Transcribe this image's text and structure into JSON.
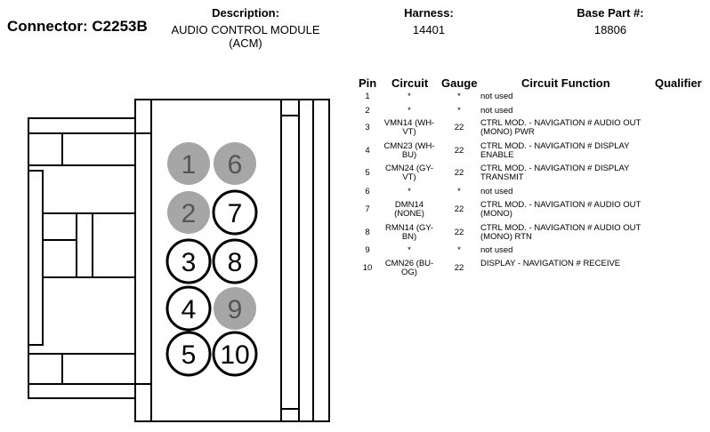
{
  "connector": {
    "label": "Connector:",
    "id": "C2253B"
  },
  "description": {
    "label": "Description:",
    "line1": "AUDIO CONTROL MODULE",
    "line2": "(ACM)"
  },
  "harness": {
    "label": "Harness:",
    "value": "14401"
  },
  "base_part": {
    "label": "Base Part #:",
    "value": "18806"
  },
  "table": {
    "headers": {
      "pin": "Pin",
      "circuit": "Circuit",
      "gauge": "Gauge",
      "function": "Circuit Function",
      "qualifier": "Qualifier"
    },
    "rows": [
      {
        "pin": "1",
        "circuit_1": "*",
        "circuit_2": "",
        "gauge": "*",
        "func_1": "not used",
        "func_2": ""
      },
      {
        "pin": "2",
        "circuit_1": "*",
        "circuit_2": "",
        "gauge": "*",
        "func_1": "not used",
        "func_2": ""
      },
      {
        "pin": "3",
        "circuit_1": "VMN14 (WH-",
        "circuit_2": "VT)",
        "gauge": "22",
        "func_1": "CTRL MOD. - NAVIGATION # AUDIO OUT",
        "func_2": "(MONO) PWR"
      },
      {
        "pin": "4",
        "circuit_1": "CMN23 (WH-",
        "circuit_2": "BU)",
        "gauge": "22",
        "func_1": "CTRL MOD. - NAVIGATION # DISPLAY",
        "func_2": "ENABLE"
      },
      {
        "pin": "5",
        "circuit_1": "CMN24 (GY-",
        "circuit_2": "VT)",
        "gauge": "22",
        "func_1": "CTRL MOD. - NAVIGATION # DISPLAY",
        "func_2": "TRANSMIT"
      },
      {
        "pin": "6",
        "circuit_1": "*",
        "circuit_2": "",
        "gauge": "*",
        "func_1": "not used",
        "func_2": ""
      },
      {
        "pin": "7",
        "circuit_1": "DMN14",
        "circuit_2": "(NONE)",
        "gauge": "22",
        "func_1": "CTRL MOD. - NAVIGATION # AUDIO OUT",
        "func_2": "(MONO)"
      },
      {
        "pin": "8",
        "circuit_1": "RMN14 (GY-",
        "circuit_2": "BN)",
        "gauge": "22",
        "func_1": "CTRL MOD. - NAVIGATION # AUDIO OUT",
        "func_2": "(MONO) RTN"
      },
      {
        "pin": "9",
        "circuit_1": "*",
        "circuit_2": "",
        "gauge": "*",
        "func_1": "not used",
        "func_2": ""
      },
      {
        "pin": "10",
        "circuit_1": "CMN26 (BU-",
        "circuit_2": "OG)",
        "gauge": "22",
        "func_1": "DISPLAY - NAVIGATION # RECEIVE",
        "func_2": ""
      }
    ]
  },
  "diagram": {
    "pins": [
      {
        "label": "1",
        "used": false
      },
      {
        "label": "2",
        "used": false
      },
      {
        "label": "3",
        "used": true
      },
      {
        "label": "4",
        "used": true
      },
      {
        "label": "5",
        "used": true
      },
      {
        "label": "6",
        "used": false
      },
      {
        "label": "7",
        "used": true
      },
      {
        "label": "8",
        "used": true
      },
      {
        "label": "9",
        "used": false
      },
      {
        "label": "10",
        "used": true
      }
    ],
    "colors": {
      "unused_fill": "#a6a6a6",
      "unused_text": "#555555",
      "used_fill": "#ffffff",
      "outline": "#000000"
    }
  }
}
